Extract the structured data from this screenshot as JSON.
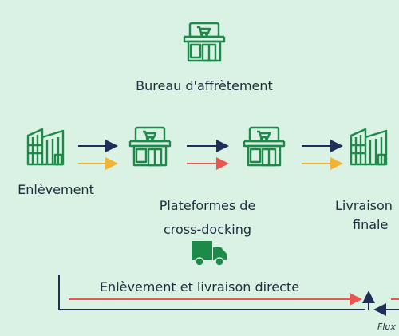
{
  "colors": {
    "background": "#d9f2e4",
    "icon": "#1e8a4a",
    "navy": "#1f2f59",
    "orange": "#f2b233",
    "red": "#e8564f",
    "text": "#1f2d3d"
  },
  "labels": {
    "office": "Bureau d'affrètement",
    "pickup": "Enlèvement",
    "platforms_line1": "Plateformes de",
    "platforms_line2": "cross-docking",
    "final_line1": "Livraison",
    "final_line2": "finale",
    "direct": "Enlèvement et livraison directe",
    "flux": "Flux"
  },
  "icons": {
    "office": "store-icon",
    "pickup": "warehouse-icon",
    "platform_1": "store-icon",
    "platform_2": "store-icon",
    "final": "warehouse-icon",
    "truck": "truck-icon"
  }
}
